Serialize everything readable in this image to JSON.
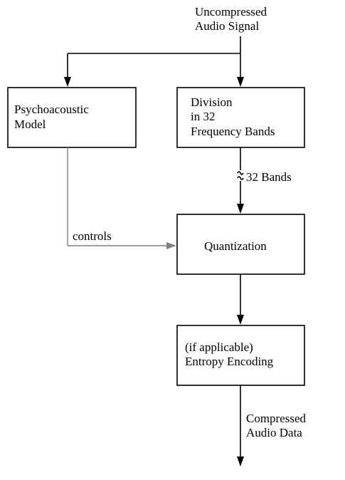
{
  "diagram": {
    "input_label": [
      "Uncompressed",
      "Audio Signal"
    ],
    "psychoacoustic_label": [
      "Psychoacoustic",
      "Model"
    ],
    "division_label": [
      "Division",
      "in 32",
      "Frequency Bands"
    ],
    "bands_label": "32 Bands",
    "controls_label": "controls",
    "quantization_label": "Quantization",
    "entropy_label": [
      "(if applicable)",
      "Entropy Encoding"
    ],
    "output_label": [
      "Compressed",
      "Audio Data"
    ],
    "colors": {
      "line": "#000000",
      "control_line": "#808080"
    }
  }
}
